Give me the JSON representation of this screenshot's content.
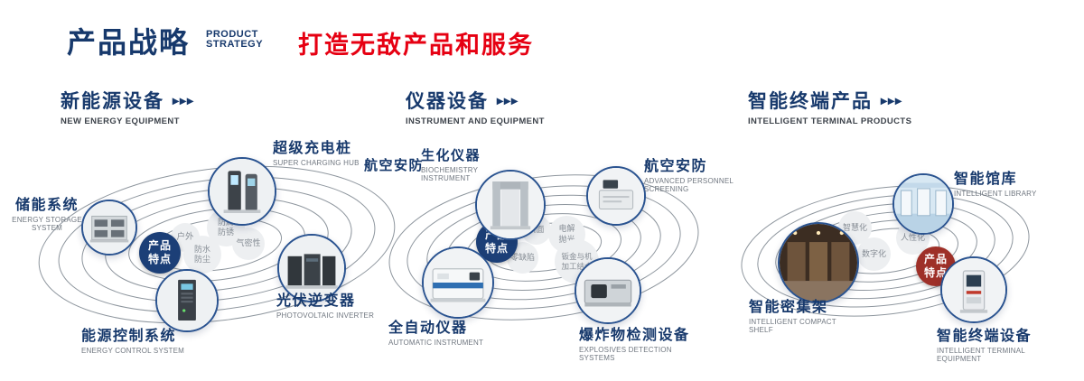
{
  "header": {
    "title_cn": "产品战略",
    "title_en_line1": "PRODUCT",
    "title_en_line2": "STRATEGY",
    "slogan": "打造无敌产品和服务"
  },
  "arrow_icon": "▸▸▸",
  "colors": {
    "navy": "#17396c",
    "red": "#e60012",
    "badge_navy": "#1c3f77",
    "badge_red": "#9e3028",
    "ring_gray": "#8e969e",
    "bubble_gray": "#edeff1"
  },
  "sections": [
    {
      "title_cn": "新能源设备",
      "title_en": "NEW ENERGY EQUIPMENT",
      "badge": {
        "line1": "产品",
        "line2": "特点"
      },
      "products": [
        {
          "name_cn": "储能系统",
          "name_en": "ENERGY STORAGE SYSTEM"
        },
        {
          "name_cn": "超级充电桩",
          "name_en": "SUPER CHARGING HUB"
        },
        {
          "name_cn": "光伏逆变器",
          "name_en": "PHOTOVOLTAIC INVERTER"
        },
        {
          "name_cn": "能源控制系统",
          "name_en": "ENERGY CONTROL SYSTEM"
        }
      ],
      "features": [
        "防腐防锈",
        "户外",
        "气密性",
        "防水防尘"
      ]
    },
    {
      "title_cn": "仪器设备",
      "title_en": "INSTRUMENT AND EQUIPMENT",
      "extra_label": "航空安防",
      "badge": {
        "line1": "产品",
        "line2": "特点"
      },
      "products": [
        {
          "name_cn": "生化仪器",
          "name_en": "BIOCHEMISTRY INSTRUMENT"
        },
        {
          "name_cn": "航空安防",
          "name_en": "ADVANCED PERSONNEL SCREENING"
        },
        {
          "name_cn": "全自动仪器",
          "name_en": "AUTOMATIC INSTRUMENT"
        },
        {
          "name_cn": "爆炸物检测设备",
          "name_en": "EXPLOSIVES DETECTION SYSTEMS"
        }
      ],
      "features": [
        "镜面",
        "电解抛光",
        "零缺陷",
        "钣金与机加工结合"
      ]
    },
    {
      "title_cn": "智能终端产品",
      "title_en": "INTELLIGENT TERMINAL PRODUCTS",
      "badge": {
        "line1": "产品",
        "line2": "特点"
      },
      "products": [
        {
          "name_cn": "智能馆库",
          "name_en": "INTELLIGENT LIBRARY"
        },
        {
          "name_cn": "智能密集架",
          "name_en": "INTELLIGENT COMPACT SHELF"
        },
        {
          "name_cn": "智能终端设备",
          "name_en": "INTELLIGENT TERMINAL EQUIPMENT"
        }
      ],
      "features": [
        "智慧化",
        "人性化",
        "数字化"
      ]
    }
  ]
}
